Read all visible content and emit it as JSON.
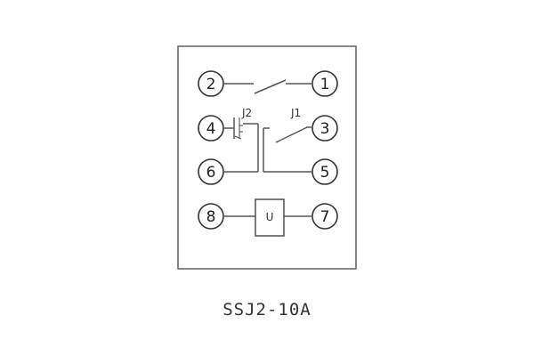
{
  "pins": {
    "p1": "1",
    "p2": "2",
    "p3": "3",
    "p4": "4",
    "p5": "5",
    "p6": "6",
    "p7": "7",
    "p8": "8"
  },
  "contacts": {
    "j1": "J1",
    "j2": "J2"
  },
  "coil": {
    "label": "U"
  },
  "model": "SSJ2-10A"
}
